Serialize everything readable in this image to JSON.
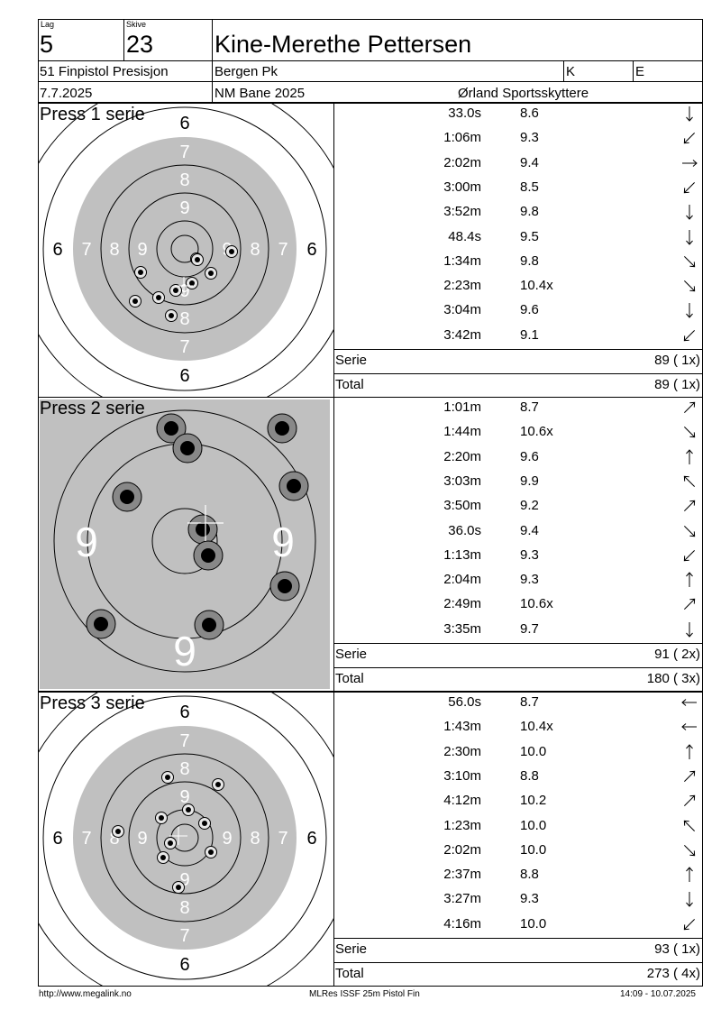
{
  "header": {
    "lag_label": "Lag",
    "lag": "5",
    "skive_label": "Skive",
    "skive": "23",
    "name": "Kine-Merethe Pettersen",
    "event": "51 Finpistol Presisjon",
    "club": "Bergen Pk",
    "gender": "K",
    "klasse": "E",
    "date": "7.7.2025",
    "venue": "NM Bane 2025",
    "organizer": "Ørland Sportsskyttere"
  },
  "labels": {
    "serie": "Serie",
    "total": "Total"
  },
  "series": [
    {
      "title": "Press 1 serie",
      "shots": [
        {
          "time": "33.0s",
          "score": "8.6",
          "dir": "S"
        },
        {
          "time": "1:06m",
          "score": "9.3",
          "dir": "SW"
        },
        {
          "time": "2:02m",
          "score": "9.4",
          "dir": "E"
        },
        {
          "time": "3:00m",
          "score": "8.5",
          "dir": "SW"
        },
        {
          "time": "3:52m",
          "score": "9.8",
          "dir": "S"
        },
        {
          "time": "48.4s",
          "score": "9.5",
          "dir": "S"
        },
        {
          "time": "1:34m",
          "score": "9.8",
          "dir": "SE"
        },
        {
          "time": "2:23m",
          "score": "10.4x",
          "dir": "SE"
        },
        {
          "time": "3:04m",
          "score": "9.6",
          "dir": "S"
        },
        {
          "time": "3:42m",
          "score": "9.1",
          "dir": "SW"
        }
      ],
      "serie": "89 ( 1x)",
      "total": "89 ( 1x)"
    },
    {
      "title": "Press 2 serie",
      "shots": [
        {
          "time": "1:01m",
          "score": "8.7",
          "dir": "NE"
        },
        {
          "time": "1:44m",
          "score": "10.6x",
          "dir": "SE"
        },
        {
          "time": "2:20m",
          "score": "9.6",
          "dir": "N"
        },
        {
          "time": "3:03m",
          "score": "9.9",
          "dir": "NW"
        },
        {
          "time": "3:50m",
          "score": "9.2",
          "dir": "NE"
        },
        {
          "time": "36.0s",
          "score": "9.4",
          "dir": "SE"
        },
        {
          "time": "1:13m",
          "score": "9.3",
          "dir": "SW"
        },
        {
          "time": "2:04m",
          "score": "9.3",
          "dir": "N"
        },
        {
          "time": "2:49m",
          "score": "10.6x",
          "dir": "NE"
        },
        {
          "time": "3:35m",
          "score": "9.7",
          "dir": "S"
        }
      ],
      "serie": "91 ( 2x)",
      "total": "180 ( 3x)"
    },
    {
      "title": "Press 3 serie",
      "shots": [
        {
          "time": "56.0s",
          "score": "8.7",
          "dir": "W"
        },
        {
          "time": "1:43m",
          "score": "10.4x",
          "dir": "W"
        },
        {
          "time": "2:30m",
          "score": "10.0",
          "dir": "N"
        },
        {
          "time": "3:10m",
          "score": "8.8",
          "dir": "NE"
        },
        {
          "time": "4:12m",
          "score": "10.2",
          "dir": "NE"
        },
        {
          "time": "1:23m",
          "score": "10.0",
          "dir": "NW"
        },
        {
          "time": "2:02m",
          "score": "10.0",
          "dir": "SE"
        },
        {
          "time": "2:37m",
          "score": "8.8",
          "dir": "N"
        },
        {
          "time": "3:27m",
          "score": "9.3",
          "dir": "S"
        },
        {
          "time": "4:16m",
          "score": "10.0",
          "dir": "SW"
        }
      ],
      "serie": "93 ( 1x)",
      "total": "273 ( 4x)"
    }
  ],
  "target_labels": {
    "ring6": "6",
    "ring7": "7",
    "ring8": "8",
    "ring9": "9"
  },
  "footer": {
    "left": "http://www.megalink.no",
    "center": "MLRes ISSF 25m Pistol Fin",
    "right": "14:09 - 10.07.2025"
  }
}
